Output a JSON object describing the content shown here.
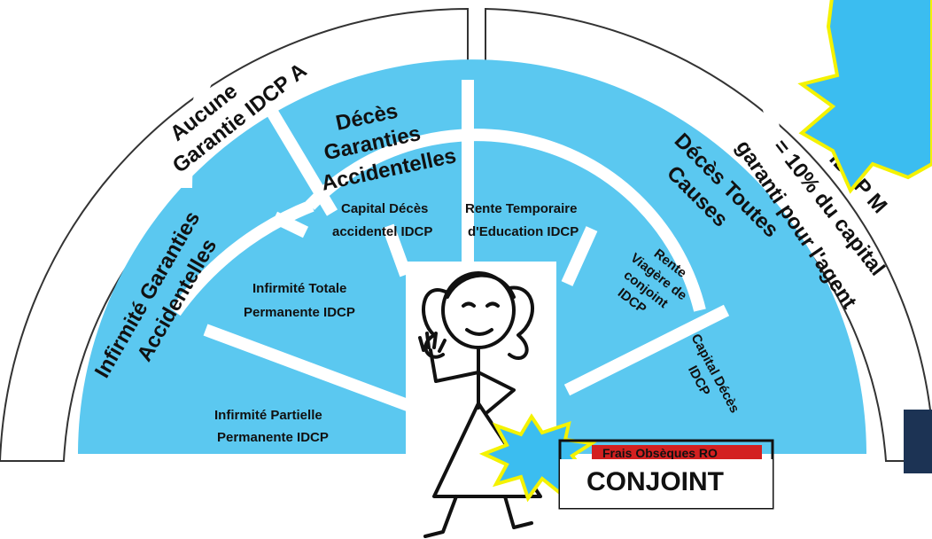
{
  "outer_ring": {
    "left_label_line1": "Aucune",
    "left_label_line2": "Garantie IDCP A",
    "right_label_line1": "IDCP M",
    "right_label_line2": "= 10% du capital",
    "right_label_line3": "garanti pour l'agent"
  },
  "middle_ring": {
    "left_line1": "Infirmité Garanties",
    "left_line2": "Accidentelles",
    "top_line1": "Décès",
    "top_line2": "Garanties",
    "top_line3": "Accidentelles",
    "right_line1": "Décès Toutes",
    "right_line2": "Causes"
  },
  "inner_sectors": {
    "ipp_line1": "Infirmité Partielle",
    "ipp_line2": "Permanente IDCP",
    "itp_line1": "Infirmité Totale",
    "itp_line2": "Permanente IDCP",
    "cda_line1": "Capital Décès",
    "cda_line2": "accidentel IDCP",
    "rte_line1": "Rente Temporaire",
    "rte_line2": "d'Education IDCP",
    "rvc_line1": "Rente",
    "rvc_line2": "Viagère de",
    "rvc_line3": "conjoint",
    "rvc_line4": "IDCP",
    "cd_line1": "Capital Décès",
    "cd_line2": "IDCP"
  },
  "frais_label": "Frais Obsèques RO",
  "conjoint_label": "CONJOINT",
  "colors": {
    "sector_fill": "#5bc8f0",
    "burst_fill": "#3bbdf0",
    "burst_stroke": "#f4f200",
    "frais_red": "#d32020",
    "navy": "#1c3354"
  }
}
